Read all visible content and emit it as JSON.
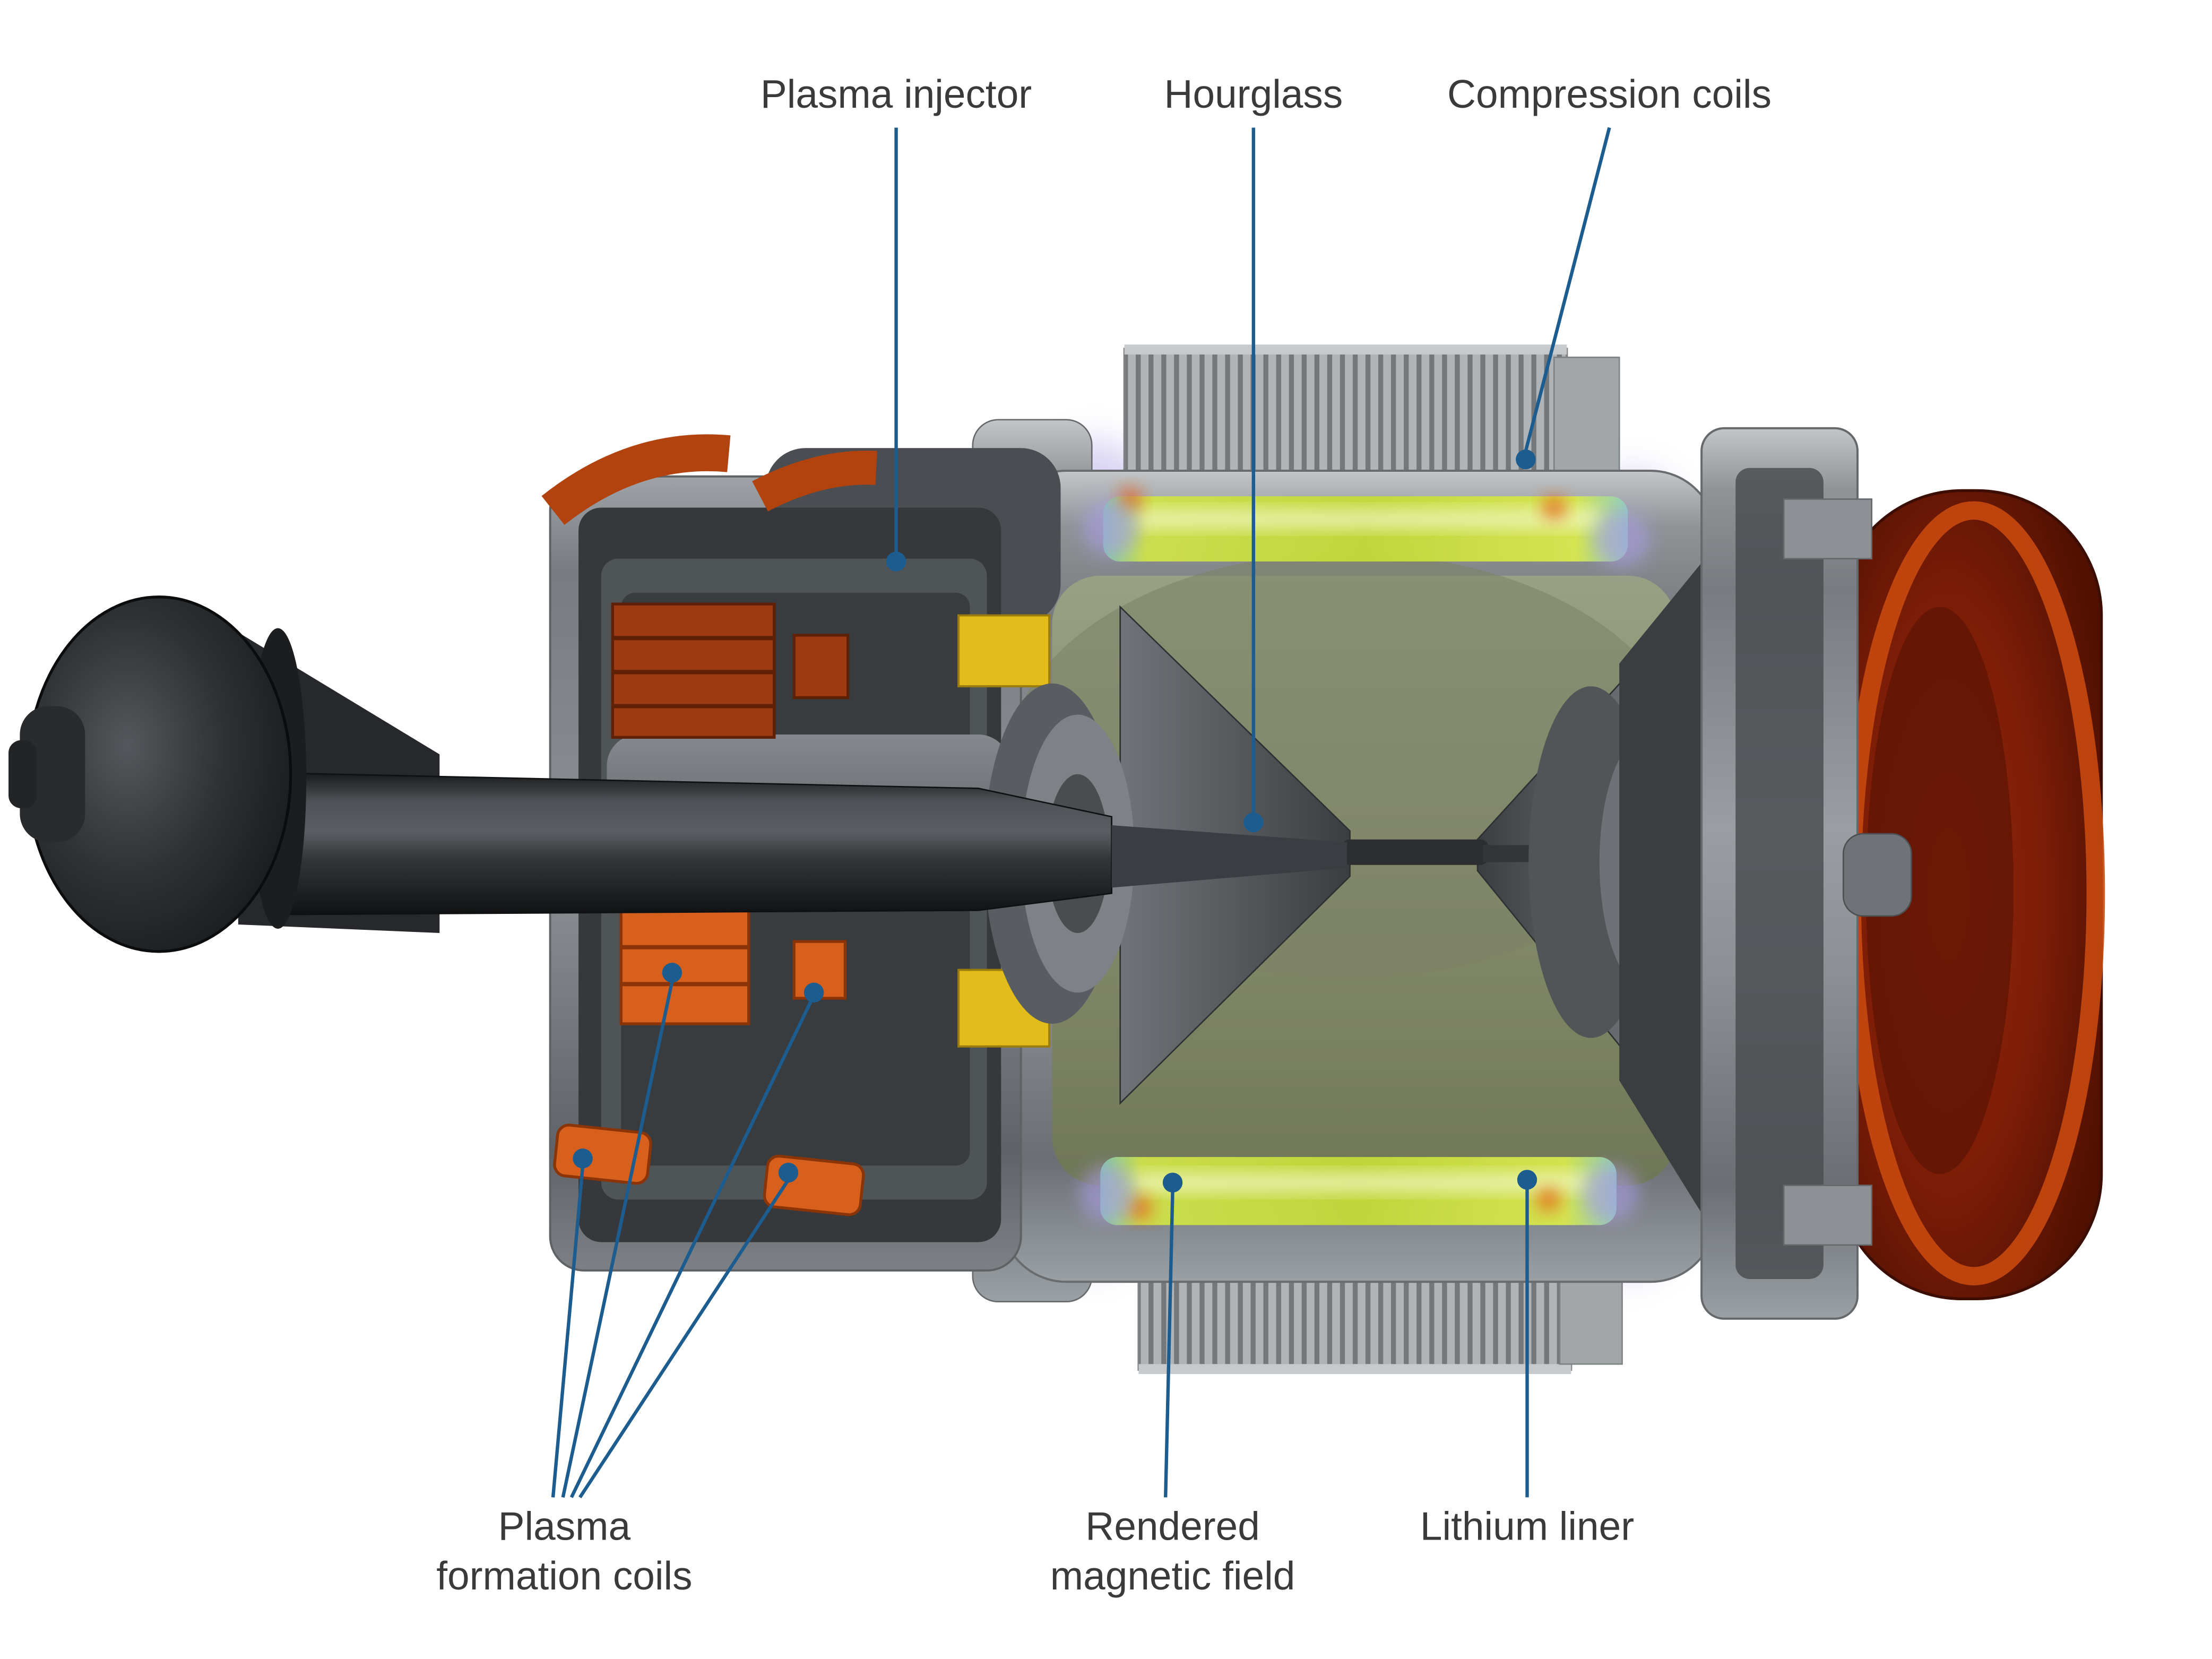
{
  "diagram": {
    "labels": {
      "plasma_injector": "Plasma injector",
      "hourglass": "Hourglass",
      "compression_coils": "Compression coils",
      "plasma_formation_coils": {
        "line1": "Plasma",
        "line2": "formation coils"
      },
      "rendered_magnetic_field": {
        "line1": "Rendered",
        "line2": "magnetic field"
      },
      "lithium_liner": "Lithium liner"
    },
    "colors": {
      "background": "#ffffff",
      "label_text": "#3a3a3a",
      "leader_line": "#1c5c8e",
      "coil_orange": "#d7601d",
      "coil_red_brown": "#9c3a12",
      "bracket_orange": "#b2430f",
      "insulator_yellow": "#e2bc1a",
      "end_cap_red": "#7c1d07",
      "end_cap_rim": "#c8490f",
      "glow_green": "#c3da38",
      "glow_cyan": "#7ec9b0",
      "glow_purple": "#a99ce4",
      "cavity_olive": "#868d6d",
      "metal_gray": "#8f9396",
      "charcoal_dark": "#27292b"
    }
  }
}
